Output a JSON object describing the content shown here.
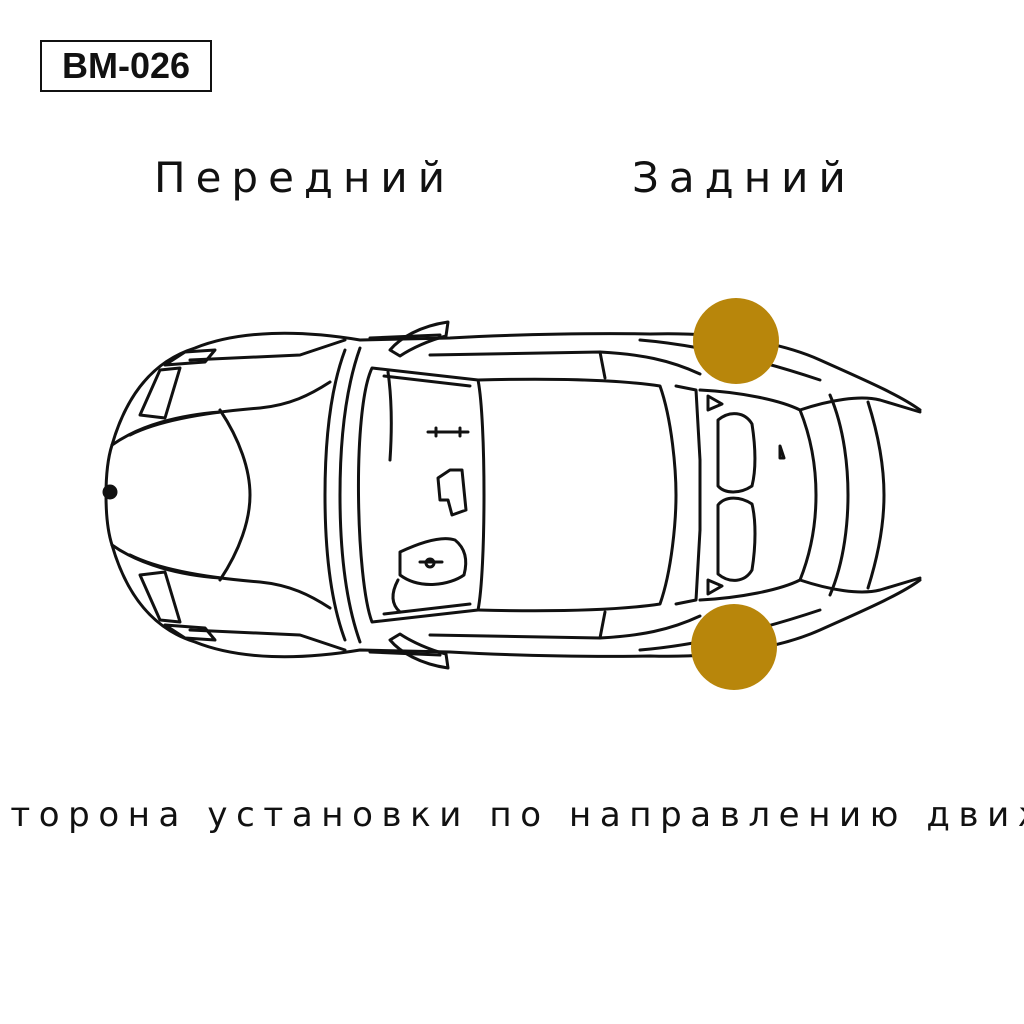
{
  "product_code": "BM-026",
  "labels": {
    "front": "Передний",
    "rear": "Задний"
  },
  "caption": "Сторона установки по направлению движения",
  "colors": {
    "marker": "#B8860B",
    "line": "#111111",
    "background": "#FFFFFF"
  },
  "icons": {
    "car": "car-top-view-icon",
    "marker": "mount-position-marker-icon"
  }
}
